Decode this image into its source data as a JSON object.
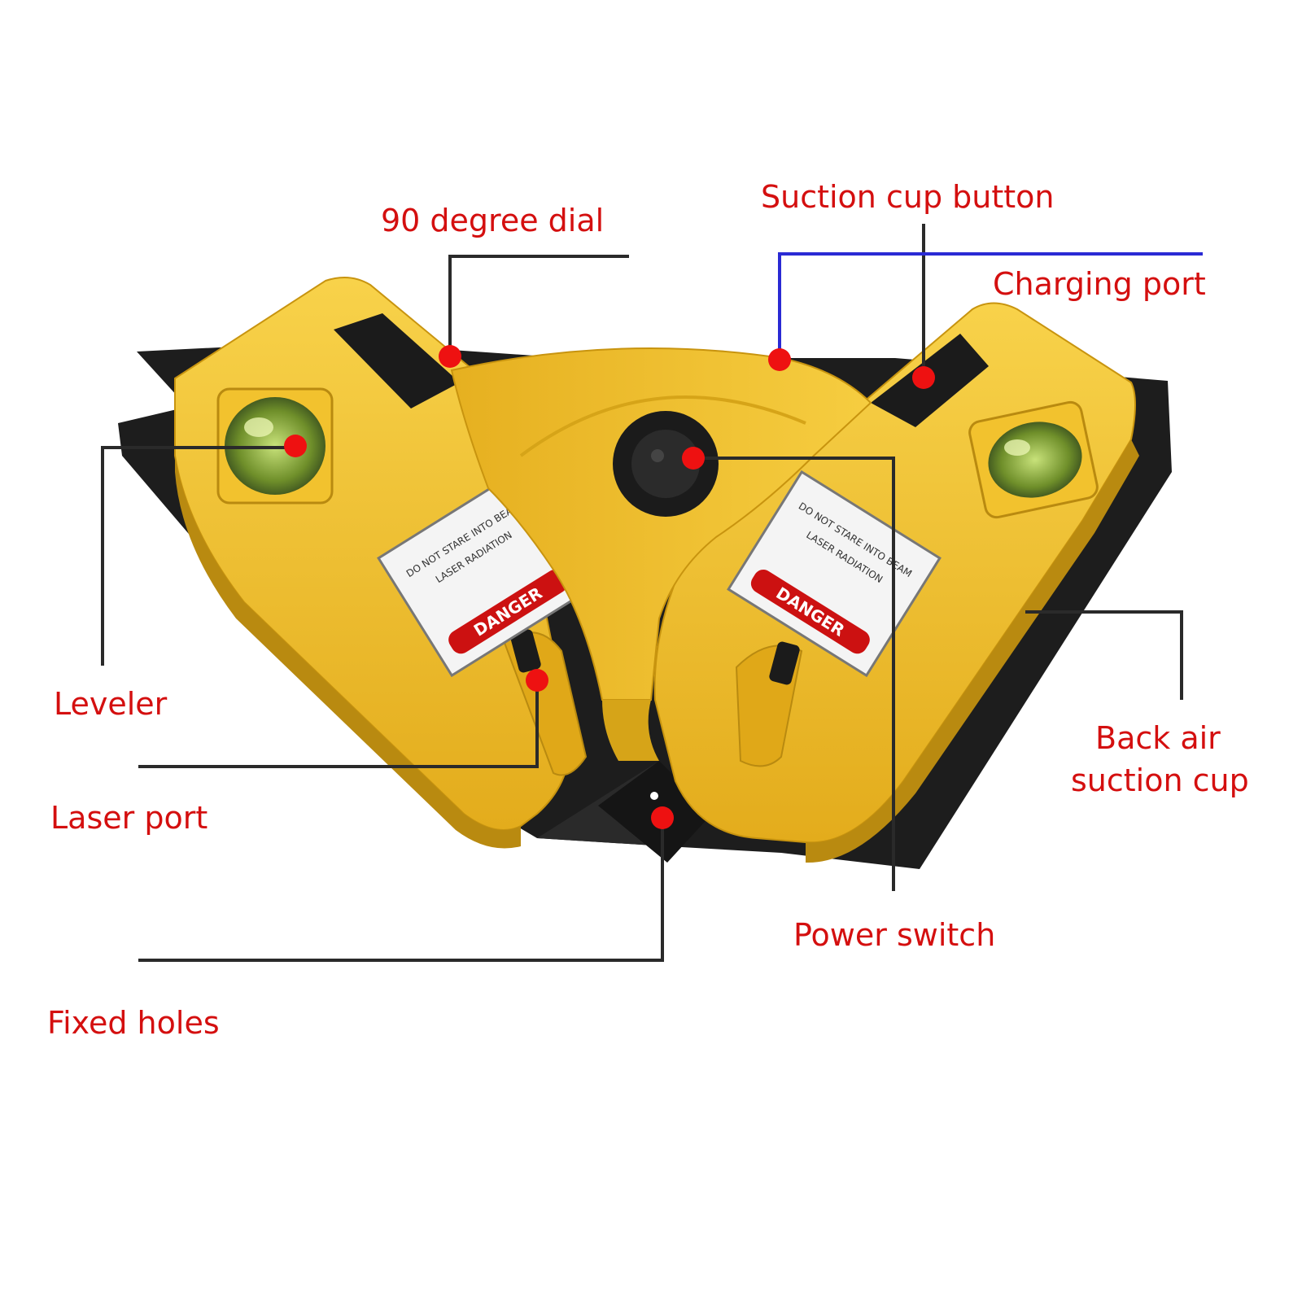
{
  "labels": {
    "dial": "90 degree dial",
    "suction_button": "Suction cup button",
    "charging_port": "Charging port",
    "leveler": "Leveler",
    "laser_port": "Laser port",
    "back_suction_line1": "Back air",
    "back_suction_line2": "suction cup",
    "power_switch": "Power switch",
    "fixed_holes": "Fixed holes"
  },
  "warning_sticker": {
    "title": "DANGER",
    "line1": "DO NOT STARE INTO BEAM",
    "line2": "LASER RADIATION"
  },
  "colors": {
    "label_text": "#d40f0f",
    "leader_line": "#2a2a2a",
    "charging_leader": "#2a2ad4",
    "marker_dot": "#ee1111",
    "body_yellow": "#f2c22e",
    "base_black": "#1d1d1d"
  }
}
